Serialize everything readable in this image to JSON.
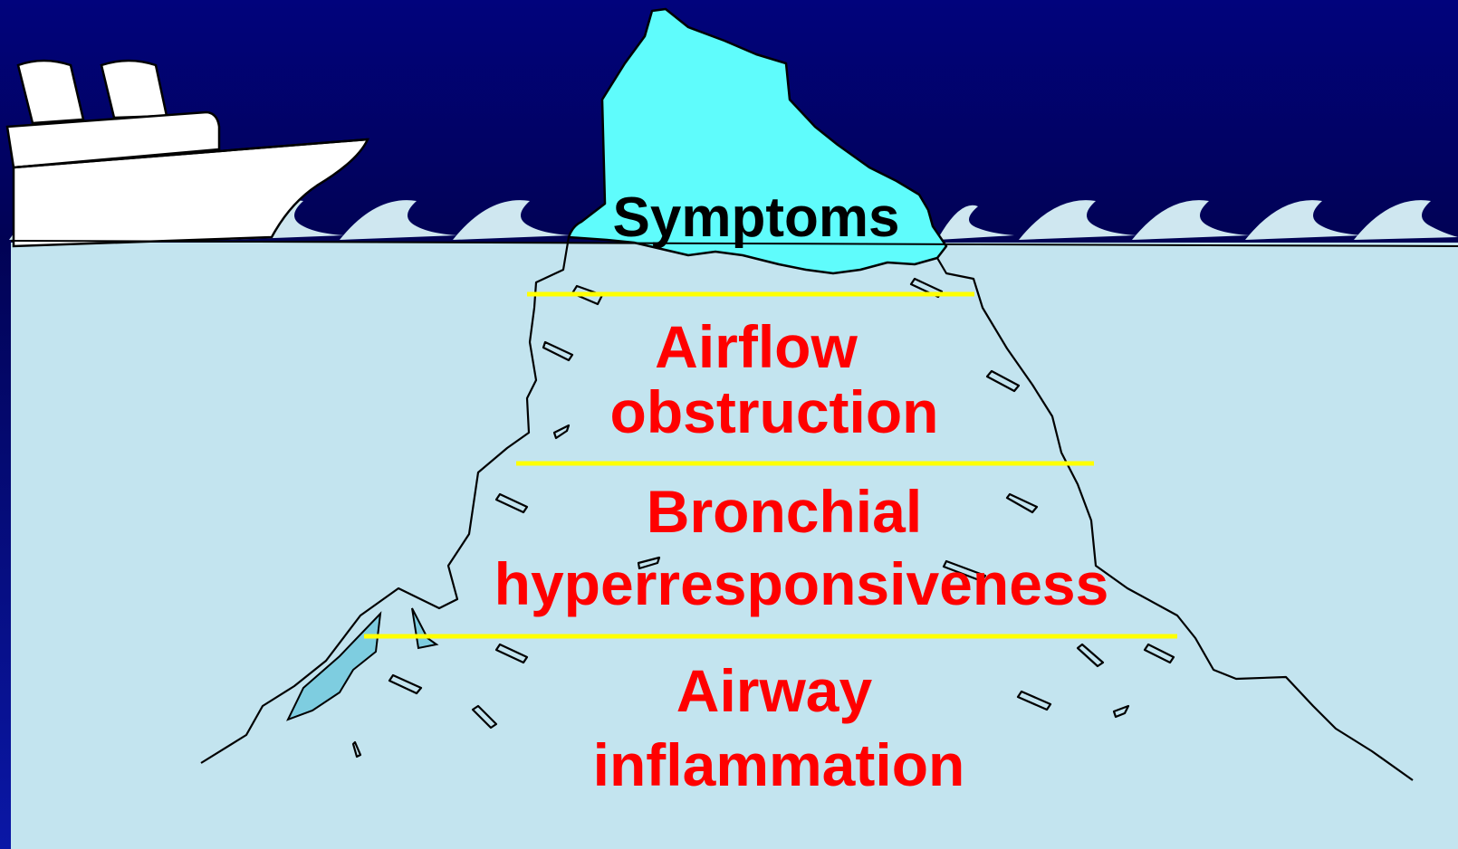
{
  "diagram": {
    "tip_label": "Symptoms",
    "layers": [
      {
        "id": "airflow",
        "line1": "Airflow",
        "line2": "obstruction"
      },
      {
        "id": "bhr",
        "line1": "Bronchial",
        "line2": "hyperresponsiveness"
      },
      {
        "id": "inflammation",
        "line1": "Airway",
        "line2": "inflammation"
      }
    ]
  },
  "colors": {
    "sky_top": "#000b6e",
    "sky_bottom": "#01025a",
    "water": "#c3e4ef",
    "iceberg_tip": "#5ffcfc",
    "divider": "#ffff00",
    "label_red": "#ff0000",
    "label_black": "#000000",
    "ship": "#ffffff"
  },
  "icons": [
    "ship-icon",
    "iceberg-icon",
    "wave-icon"
  ]
}
